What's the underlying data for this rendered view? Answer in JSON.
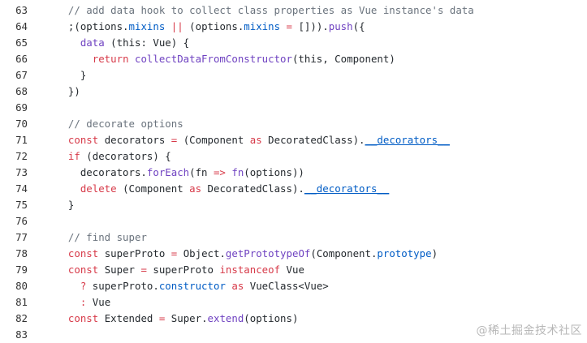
{
  "colors": {
    "comment": "#6a737d",
    "keyword": "#d73a49",
    "function": "#6f42c1",
    "constant": "#005cc5",
    "plain": "#24292e",
    "line_number": "#333333",
    "watermark": "#b7b7b7"
  },
  "code": {
    "lines": [
      {
        "num": "63",
        "tokens": [
          {
            "t": "  "
          },
          {
            "t": "// add data hook to collect class properties as Vue instance's data",
            "c": "c"
          }
        ]
      },
      {
        "num": "64",
        "tokens": [
          {
            "t": "  ;(options."
          },
          {
            "t": "mixins",
            "c": "n"
          },
          {
            "t": " "
          },
          {
            "t": "||",
            "c": "k"
          },
          {
            "t": " (options."
          },
          {
            "t": "mixins",
            "c": "n"
          },
          {
            "t": " "
          },
          {
            "t": "=",
            "c": "k"
          },
          {
            "t": " [])).",
            "c": "p"
          },
          {
            "t": "push",
            "c": "f"
          },
          {
            "t": "({"
          }
        ]
      },
      {
        "num": "65",
        "tokens": [
          {
            "t": "    "
          },
          {
            "t": "data",
            "c": "f"
          },
          {
            "t": " (this: Vue) {"
          }
        ]
      },
      {
        "num": "66",
        "tokens": [
          {
            "t": "      "
          },
          {
            "t": "return",
            "c": "k"
          },
          {
            "t": " "
          },
          {
            "t": "collectDataFromConstructor",
            "c": "f"
          },
          {
            "t": "(this, Component)"
          }
        ]
      },
      {
        "num": "67",
        "tokens": [
          {
            "t": "    }"
          }
        ]
      },
      {
        "num": "68",
        "tokens": [
          {
            "t": "  })"
          }
        ]
      },
      {
        "num": "69",
        "tokens": [
          {
            "t": ""
          }
        ]
      },
      {
        "num": "70",
        "tokens": [
          {
            "t": "  "
          },
          {
            "t": "// decorate options",
            "c": "c"
          }
        ]
      },
      {
        "num": "71",
        "tokens": [
          {
            "t": "  "
          },
          {
            "t": "const",
            "c": "k"
          },
          {
            "t": " decorators "
          },
          {
            "t": "=",
            "c": "k"
          },
          {
            "t": " (Component "
          },
          {
            "t": "as",
            "c": "k"
          },
          {
            "t": " DecoratedClass)."
          },
          {
            "t": "__decorators__",
            "c": "u"
          }
        ]
      },
      {
        "num": "72",
        "tokens": [
          {
            "t": "  "
          },
          {
            "t": "if",
            "c": "k"
          },
          {
            "t": " (decorators) {"
          }
        ]
      },
      {
        "num": "73",
        "tokens": [
          {
            "t": "    decorators."
          },
          {
            "t": "forEach",
            "c": "f"
          },
          {
            "t": "(fn "
          },
          {
            "t": "=>",
            "c": "k"
          },
          {
            "t": " "
          },
          {
            "t": "fn",
            "c": "f"
          },
          {
            "t": "(options))"
          }
        ]
      },
      {
        "num": "74",
        "tokens": [
          {
            "t": "    "
          },
          {
            "t": "delete",
            "c": "k"
          },
          {
            "t": " (Component "
          },
          {
            "t": "as",
            "c": "k"
          },
          {
            "t": " DecoratedClass)."
          },
          {
            "t": "__decorators__",
            "c": "u"
          }
        ]
      },
      {
        "num": "75",
        "tokens": [
          {
            "t": "  }"
          }
        ]
      },
      {
        "num": "76",
        "tokens": [
          {
            "t": ""
          }
        ]
      },
      {
        "num": "77",
        "tokens": [
          {
            "t": "  "
          },
          {
            "t": "// find super",
            "c": "c"
          }
        ]
      },
      {
        "num": "78",
        "tokens": [
          {
            "t": "  "
          },
          {
            "t": "const",
            "c": "k"
          },
          {
            "t": " superProto "
          },
          {
            "t": "=",
            "c": "k"
          },
          {
            "t": " Object."
          },
          {
            "t": "getPrototypeOf",
            "c": "f"
          },
          {
            "t": "(Component."
          },
          {
            "t": "prototype",
            "c": "n"
          },
          {
            "t": ")"
          }
        ]
      },
      {
        "num": "79",
        "tokens": [
          {
            "t": "  "
          },
          {
            "t": "const",
            "c": "k"
          },
          {
            "t": " Super "
          },
          {
            "t": "=",
            "c": "k"
          },
          {
            "t": " superProto "
          },
          {
            "t": "instanceof",
            "c": "k"
          },
          {
            "t": " Vue"
          }
        ]
      },
      {
        "num": "80",
        "tokens": [
          {
            "t": "    "
          },
          {
            "t": "?",
            "c": "k"
          },
          {
            "t": " superProto."
          },
          {
            "t": "constructor",
            "c": "n"
          },
          {
            "t": " "
          },
          {
            "t": "as",
            "c": "k"
          },
          {
            "t": " VueClass<Vue>"
          }
        ]
      },
      {
        "num": "81",
        "tokens": [
          {
            "t": "    "
          },
          {
            "t": ":",
            "c": "k"
          },
          {
            "t": " Vue"
          }
        ]
      },
      {
        "num": "82",
        "tokens": [
          {
            "t": "  "
          },
          {
            "t": "const",
            "c": "k"
          },
          {
            "t": " Extended "
          },
          {
            "t": "=",
            "c": "k"
          },
          {
            "t": " Super."
          },
          {
            "t": "extend",
            "c": "f"
          },
          {
            "t": "(options)"
          }
        ]
      },
      {
        "num": "83",
        "tokens": [
          {
            "t": ""
          }
        ]
      }
    ]
  },
  "watermark": {
    "text": "@稀土掘金技术社区"
  }
}
